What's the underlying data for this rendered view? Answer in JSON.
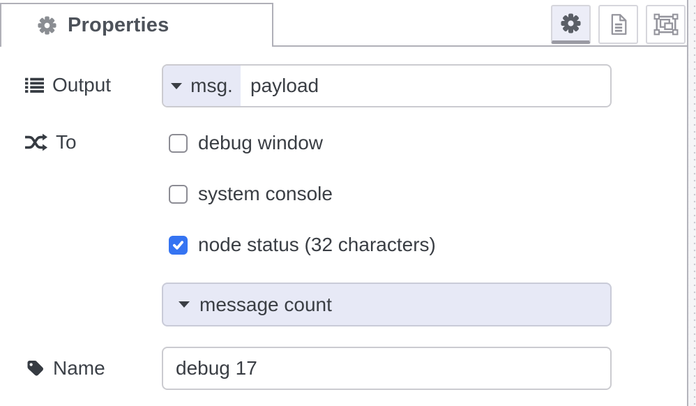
{
  "tab": {
    "label": "Properties",
    "icon": "gear-icon"
  },
  "toolbar": {
    "buttons": [
      {
        "id": "properties",
        "icon": "gear-icon",
        "active": true
      },
      {
        "id": "description",
        "icon": "document-icon",
        "active": false
      },
      {
        "id": "appearance",
        "icon": "appearance-icon",
        "active": false
      }
    ]
  },
  "form": {
    "output": {
      "label": "Output",
      "icon": "list-icon",
      "typed_input": {
        "selector": "msg.",
        "value": "payload"
      }
    },
    "to": {
      "label": "To",
      "icon": "shuffle-icon",
      "checkboxes": [
        {
          "label": "debug window",
          "checked": false
        },
        {
          "label": "system console",
          "checked": false
        },
        {
          "label": "node status (32 characters)",
          "checked": true
        }
      ],
      "status_select": {
        "value": "message count"
      }
    },
    "name": {
      "label": "Name",
      "icon": "tag-icon",
      "value": "debug 17"
    }
  },
  "colors": {
    "checkbox_checked": "#3574f2",
    "typed_input_button_bg": "#e7e9f6",
    "field_border": "#cbcbd0",
    "tab_border": "#b0b0b8",
    "text": "#3a3e44",
    "active_button_bg": "#ecedf7"
  }
}
